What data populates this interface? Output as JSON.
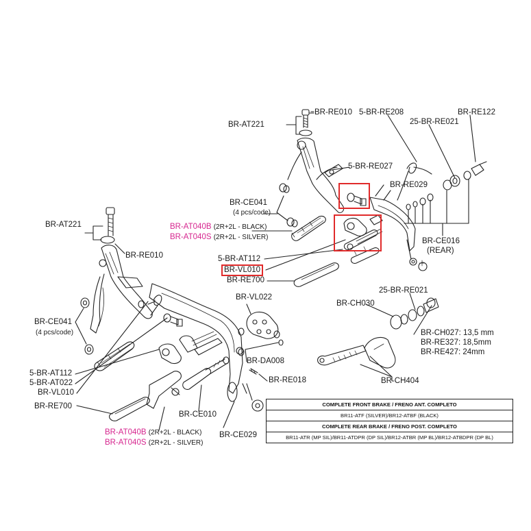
{
  "labels": {
    "at221_top": "BR-AT221",
    "re010_top": "BR-RE010",
    "re208": "5-BR-RE208",
    "re122": "BR-RE122",
    "re021_top": "25-BR-RE021",
    "re027": "5-BR-RE027",
    "re029": "BR-RE029",
    "ce041_top": "BR-CE041",
    "ce041_top_sub": "(4 pcs/code)",
    "at040b_top": "BR-AT040B",
    "at040b_top_desc": "(2R+2L - BLACK)",
    "at040s_top": "BR-AT040S",
    "at040s_top_desc": "(2R+2L - SILVER)",
    "ce016": "BR-CE016",
    "ce016_sub": "(REAR)",
    "at112_top": "5-BR-AT112",
    "vl010_top": "BR-VL010",
    "re700_top": "BR-RE700",
    "at221_left": "BR-AT221",
    "re010_left": "BR-RE010",
    "vl022": "BR-VL022",
    "ch030": "BR-CH030",
    "re021_right": "25-BR-RE021",
    "ch027": "BR-CH027: 13,5 mm",
    "re327": "BR-RE327: 18,5mm",
    "re427": "BR-RE427: 24mm",
    "ce041_left": "BR-CE041",
    "ce041_left_sub": "(4 pcs/code)",
    "da008": "BR-DA008",
    "re018": "BR-RE018",
    "ch404": "BR-CH404",
    "at112_left": "5-BR-AT112",
    "at022": "5-BR-AT022",
    "vl010_left": "BR-VL010",
    "re700_left": "BR-RE700",
    "ce010": "BR-CE010",
    "ce029": "BR-CE029",
    "at040b_bottom": "BR-AT040B",
    "at040b_bottom_desc": "(2R+2L - BLACK)",
    "at040s_bottom": "BR-AT040S",
    "at040s_bottom_desc": "(2R+2L - SILVER)"
  },
  "table": {
    "front_header": "COMPLETE FRONT BRAKE / FRENO ANT. COMPLETO",
    "front_codes": "BR11-ATF (SILVER)/BR12-ATBF (BLACK)",
    "rear_header": "COMPLETE REAR BRAKE / FRENO POST. COMPLETO",
    "rear_codes": "BR11-ATR (MP SIL)/BR11-ATDPR (DP SIL)/BR12-ATBR (MP BL)/BR12-ATBDPR (DP BL)"
  },
  "colors": {
    "highlight": "#e02a2a",
    "pink_text": "#d6268f",
    "ink": "#1a1a1a"
  }
}
